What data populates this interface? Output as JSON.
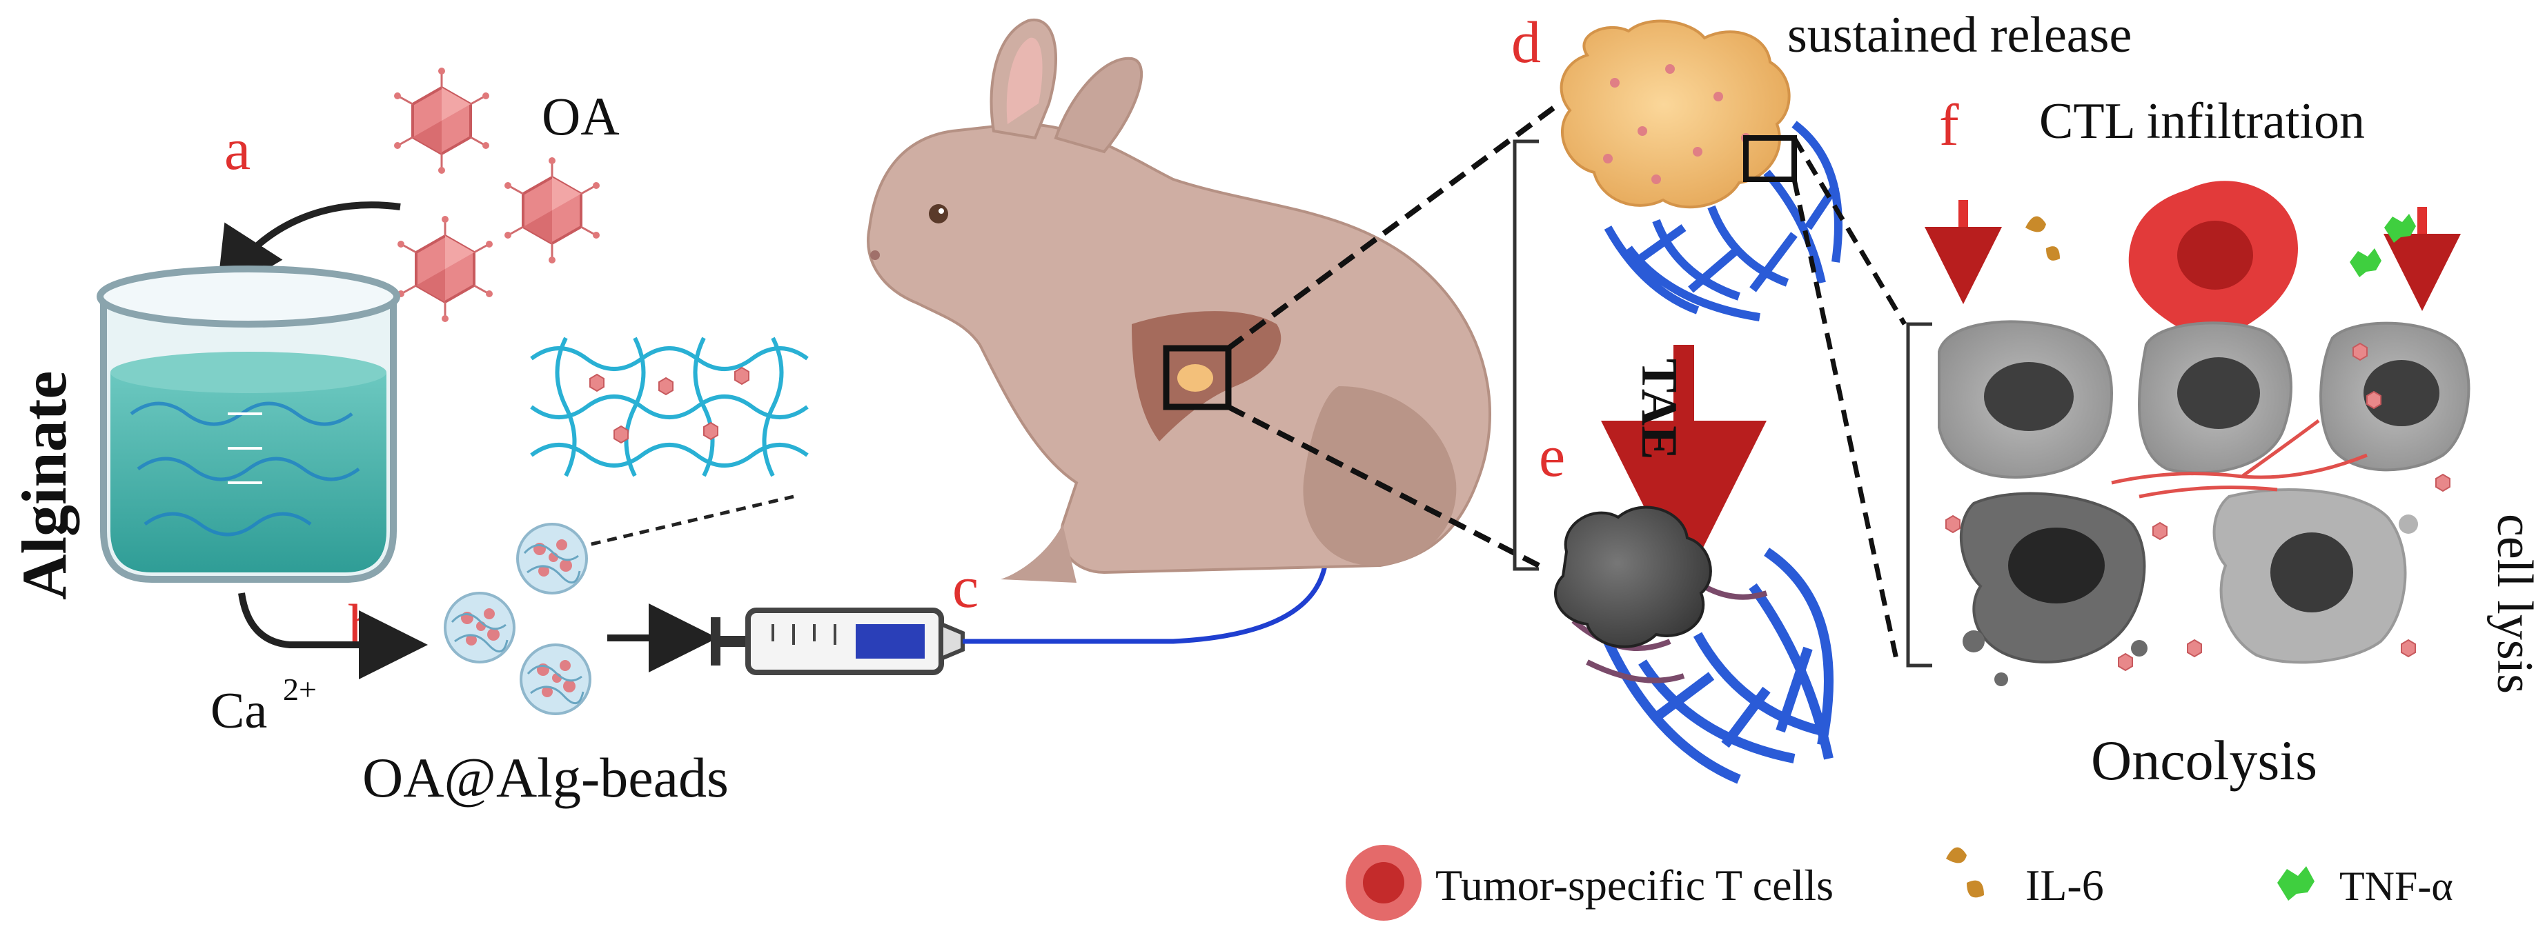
{
  "step_letters": {
    "a": "a",
    "b": "b",
    "c": "c",
    "d": "d",
    "e": "e",
    "f": "f"
  },
  "labels": {
    "virus": "OA",
    "alginate": "Alginate",
    "calcium": "Ca",
    "calcium_charge": "2+",
    "beads": "OA@Alg-beads",
    "sustained_release": "sustained release",
    "tae": "TAE",
    "ctl_infiltration": "CTL infiltration",
    "cell_lysis": "cell lysis",
    "oncolysis": "Oncolysis"
  },
  "legend": [
    {
      "icon": "t-cell-icon",
      "label": "Tumor-specific T cells"
    },
    {
      "icon": "il6-icon",
      "label": "IL-6"
    },
    {
      "icon": "tnf-alpha-icon",
      "label": "TNF-α"
    }
  ],
  "colors": {
    "step_letter": "#e0312f",
    "virus": "#e07f7f",
    "alginate_liquid": "#4fb7b0",
    "vessel": "#2a5bd7",
    "catheter": "#1f3fd0",
    "tumor": "#f3c07a",
    "embolized_tumor": "#555555",
    "t_cell": "#d63a3a",
    "il6": "#c98a2a",
    "tnf_alpha": "#3fcf3f",
    "rabbit": "#c9a79c"
  }
}
